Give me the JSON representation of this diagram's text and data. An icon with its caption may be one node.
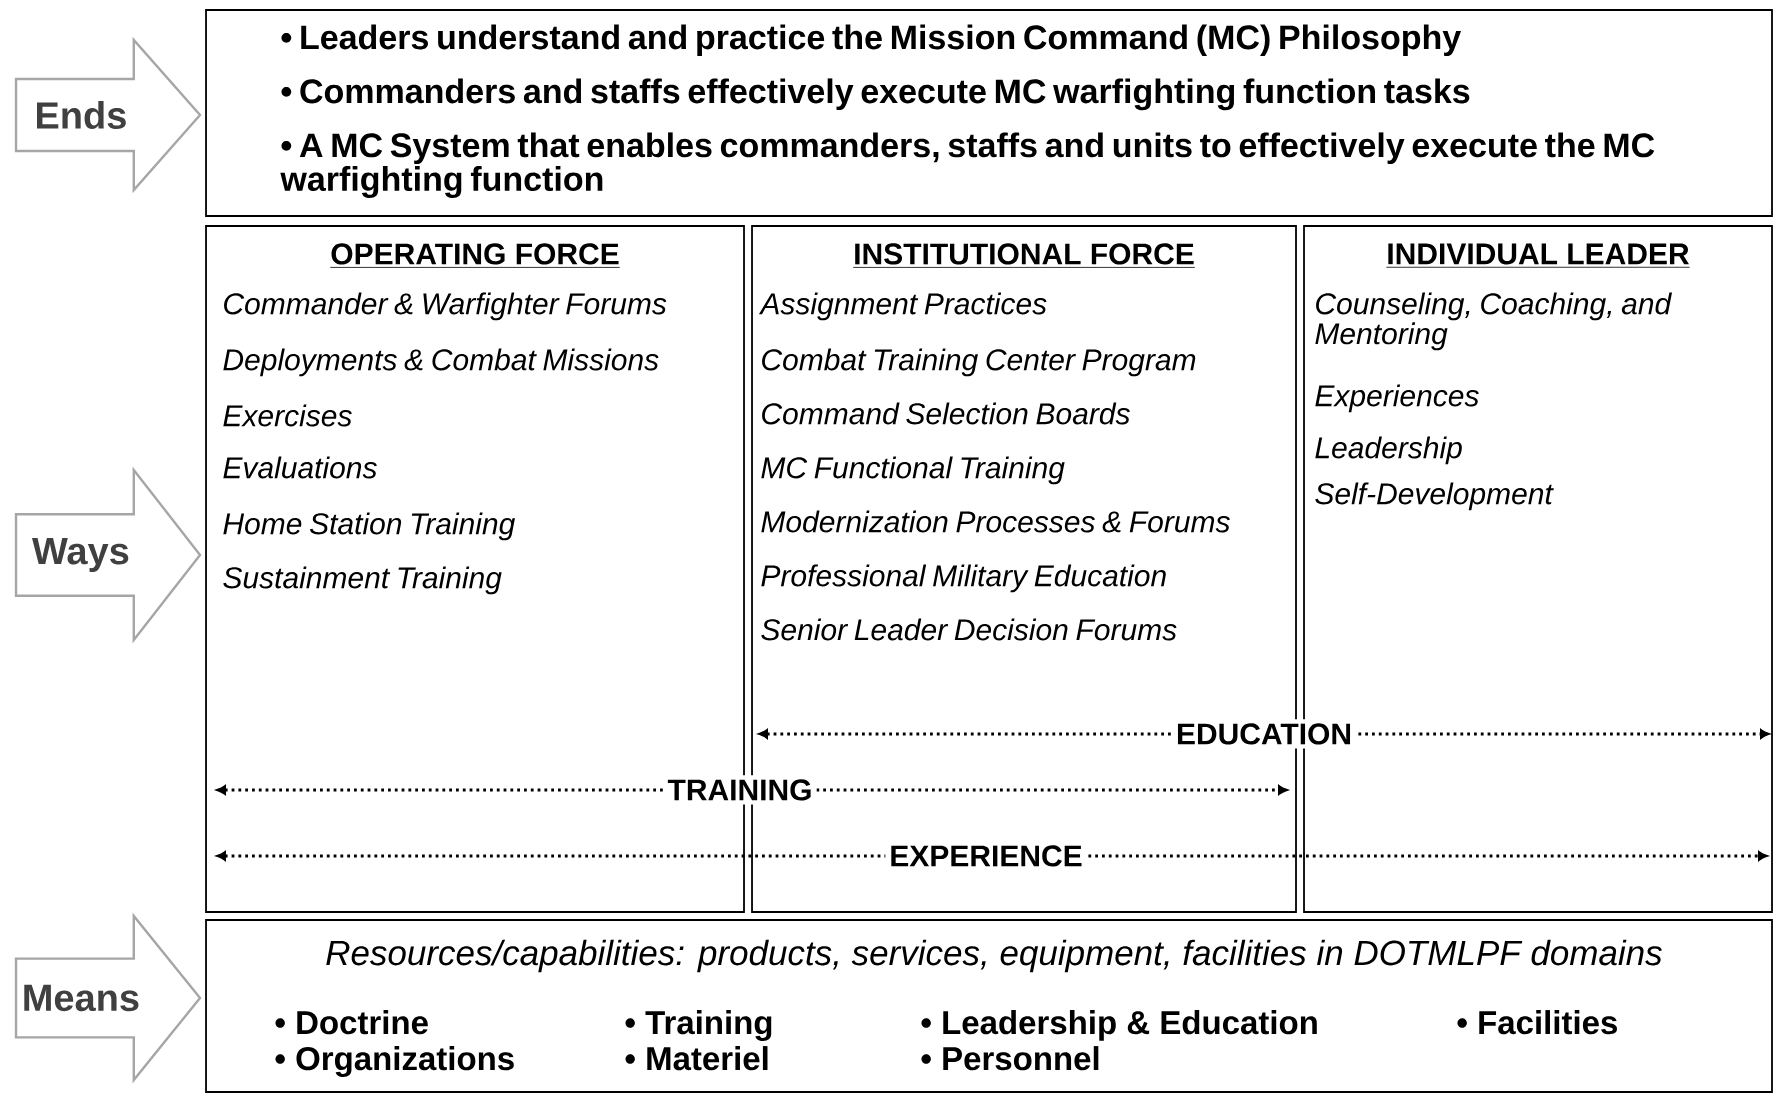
{
  "diagram": {
    "nodes": [
      {
        "text": [
          "Ends"
        ]
      },
      {
        "text": [
          "• Leaders understand and practice the Mission Command (MC) Philosophy",
          "• Commanders and staffs effectively execute MC warfighting function tasks",
          "• A MC System that enables commanders, staffs and units to effectively execute the MC warfighting function"
        ]
      },
      {
        "text": [
          "Ways"
        ]
      },
      {
        "text": [
          "OPERATING FORCE",
          "Commander & Warfighter Forums",
          "Deployments & Combat Missions",
          "Exercises",
          "Evaluations",
          "Home Station Training",
          "Sustainment Training"
        ]
      },
      {
        "text": [
          "INSTITUTIONAL FORCE",
          "Assignment Practices",
          "Combat Training Center Program",
          "Command Selection Boards",
          "MC Functional Training",
          "Modernization Processes & Forums",
          "Professional Military Education",
          "Senior Leader Decision Forums"
        ]
      },
      {
        "text": [
          "INDIVIDUAL LEADER",
          "Counseling, Coaching, and Mentoring",
          "Experiences",
          "Leadership",
          "Self-Development"
        ]
      },
      {
        "text": [
          "Means"
        ]
      },
      {
        "text": [
          "Resources/capabilities: products, services, equipment, facilities in DOTMLPF domains",
          "• Doctrine",
          "• Training",
          "• Leadership & Education",
          "• Facilities",
          "• Organizations",
          "• Materiel",
          "• Personnel"
        ]
      }
    ],
    "labels": [
      "EDUCATION",
      "TRAINING",
      "EXPERIENCE"
    ]
  }
}
